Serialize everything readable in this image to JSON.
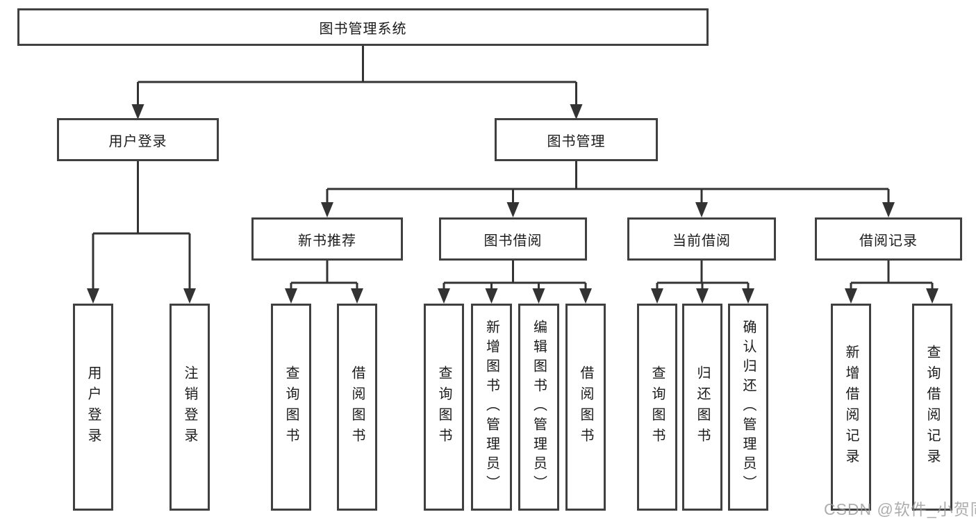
{
  "diagram": {
    "root": {
      "label": "图书管理系统"
    },
    "user_login": {
      "label": "用户登录",
      "children": [
        "用户登录",
        "注销登录"
      ]
    },
    "book_management": {
      "label": "图书管理",
      "groups": [
        {
          "label": "新书推荐",
          "children": [
            "查询图书",
            "借阅图书"
          ]
        },
        {
          "label": "图书借阅",
          "children": [
            "查询图书",
            "新增图书（管理员）",
            "编辑图书（管理员）",
            "借阅图书"
          ]
        },
        {
          "label": "当前借阅",
          "children": [
            "查询图书",
            "归还图书",
            "确认归还（管理员）"
          ]
        },
        {
          "label": "借阅记录",
          "children": [
            "新增借阅记录",
            "查询借阅记录"
          ]
        }
      ]
    },
    "line_color": "#333333",
    "border_color": "#404040"
  },
  "watermark": {
    "text": "CSDN @软件_小贺同学"
  }
}
